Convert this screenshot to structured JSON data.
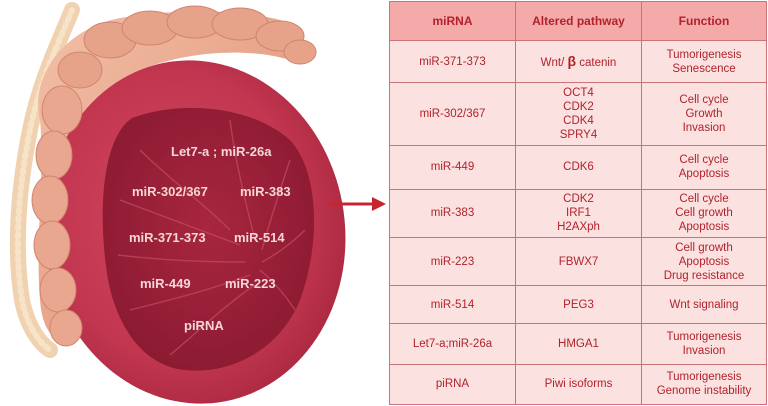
{
  "illustration": {
    "labels": [
      "Let7-a ; miR-26a",
      "miR-302/367",
      "miR-383",
      "miR-371-373",
      "miR-514",
      "miR-449",
      "miR-223",
      "piRNA"
    ]
  },
  "table": {
    "headers": [
      "miRNA",
      "Altered pathway",
      "Function"
    ],
    "rows": [
      {
        "mirna": "miR-371-373",
        "pathway": [
          "Wnt/ β catenin"
        ],
        "function": [
          "Tumorigenesis",
          "Senescence"
        ]
      },
      {
        "mirna": "miR-302/367",
        "pathway": [
          "OCT4",
          "CDK2",
          "CDK4",
          "SPRY4"
        ],
        "function": [
          "Cell cycle",
          "Growth",
          "Invasion"
        ]
      },
      {
        "mirna": "miR-449",
        "pathway": [
          "CDK6"
        ],
        "function": [
          "Cell cycle",
          "Apoptosis"
        ]
      },
      {
        "mirna": "miR-383",
        "pathway": [
          "CDK2",
          "IRF1",
          "H2AXph"
        ],
        "function": [
          "Cell cycle",
          "Cell growth",
          "Apoptosis"
        ]
      },
      {
        "mirna": "miR-223",
        "pathway": [
          "FBWX7"
        ],
        "function": [
          "Cell growth",
          "Apoptosis",
          "Drug resistance"
        ]
      },
      {
        "mirna": "miR-514",
        "pathway": [
          "PEG3"
        ],
        "function": [
          "Wnt signaling"
        ]
      },
      {
        "mirna": "Let7-a;miR-26a",
        "pathway": [
          "HMGA1"
        ],
        "function": [
          "Tumorigenesis",
          "Invasion"
        ]
      },
      {
        "mirna": "piRNA",
        "pathway": [
          "Piwi isoforms"
        ],
        "function": [
          "Tumorigenesis",
          "Genome instability"
        ]
      }
    ]
  },
  "colors": {
    "tunica": "#c5344b",
    "core": "#9a2038",
    "epididymis": "#e9a890",
    "arrow": "#c8242f",
    "table_text": "#b2222c",
    "table_header_bg": "#f3aaa9",
    "table_cell_bg": "#fbe2e1"
  }
}
